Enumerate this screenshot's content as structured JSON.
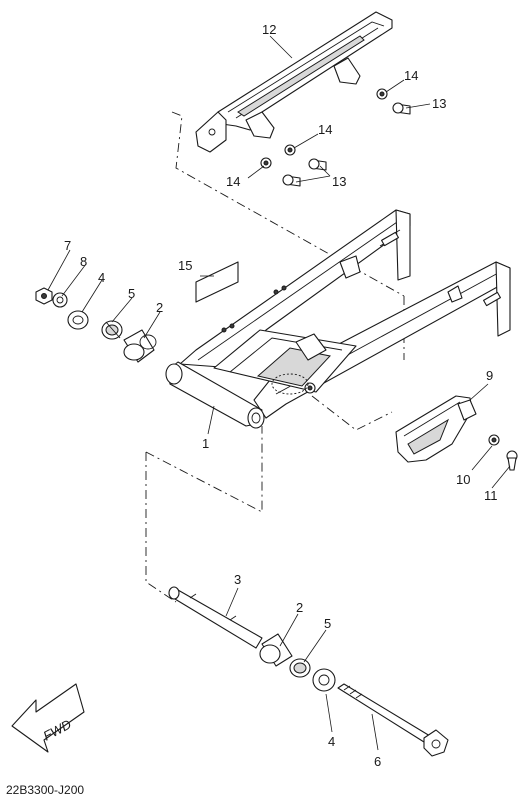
{
  "diagram": {
    "code": "22B3300-J200",
    "fwd_label": "FWD",
    "labels": {
      "c12": "12",
      "c14a": "14",
      "c13a": "13",
      "c14b": "14",
      "c14c": "14",
      "c13b": "13",
      "c7": "7",
      "c8": "8",
      "c4a": "4",
      "c5a": "5",
      "c2a": "2",
      "c15": "15",
      "c1": "1",
      "c9": "9",
      "c10": "10",
      "c11": "11",
      "c3": "3",
      "c2b": "2",
      "c5b": "5",
      "c4b": "4",
      "c6": "6"
    }
  }
}
